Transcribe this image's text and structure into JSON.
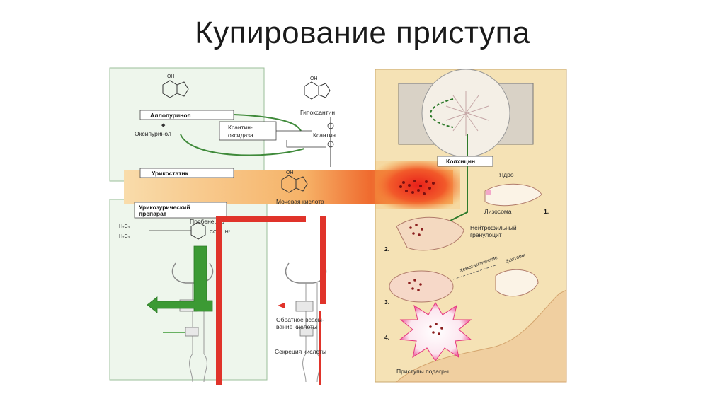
{
  "slide": {
    "title": "Купирование приступа"
  },
  "figure": {
    "allopurinol": {
      "drug": "Аллопуринол",
      "metabolite": "Оксипуринол",
      "class": "Урикостатик",
      "formula_top": "OH"
    },
    "purine_path": {
      "hypoxanthine": "Гипоксантин",
      "xanthine": "Ксантин",
      "enzyme": "Ксантин-\nоксидаза",
      "enzyme_line1": "Ксантин-",
      "enzyme_line2": "оксидаза",
      "uric_acid": "Мочевая кислота",
      "formula_top": "OH"
    },
    "uricosuric": {
      "class_line1": "Урикозурический",
      "class_line2": "препарат",
      "drug": "Пробенецид",
      "formula_left": "H₇C₃",
      "formula_left2": "H₇C₃",
      "formula_right": "COO⁻ H⁺"
    },
    "kidney": {
      "reabsorption_line1": "Обратное всасы-",
      "reabsorption_line2": "вание кислоты",
      "secretion": "Секреция кислоты"
    },
    "gout": {
      "drug": "Колхицин",
      "nucleus": "Ядро",
      "lysosome": "Лизосома",
      "neutrophil_line1": "Нейтрофильный",
      "neutrophil_line2": "гранулоцит",
      "chemotactic_line1": "Хемотаксические",
      "chemotactic_line2": "факторы",
      "attacks": "Приступы подагры",
      "steps": [
        "1.",
        "2.",
        "3.",
        "4."
      ]
    }
  }
}
